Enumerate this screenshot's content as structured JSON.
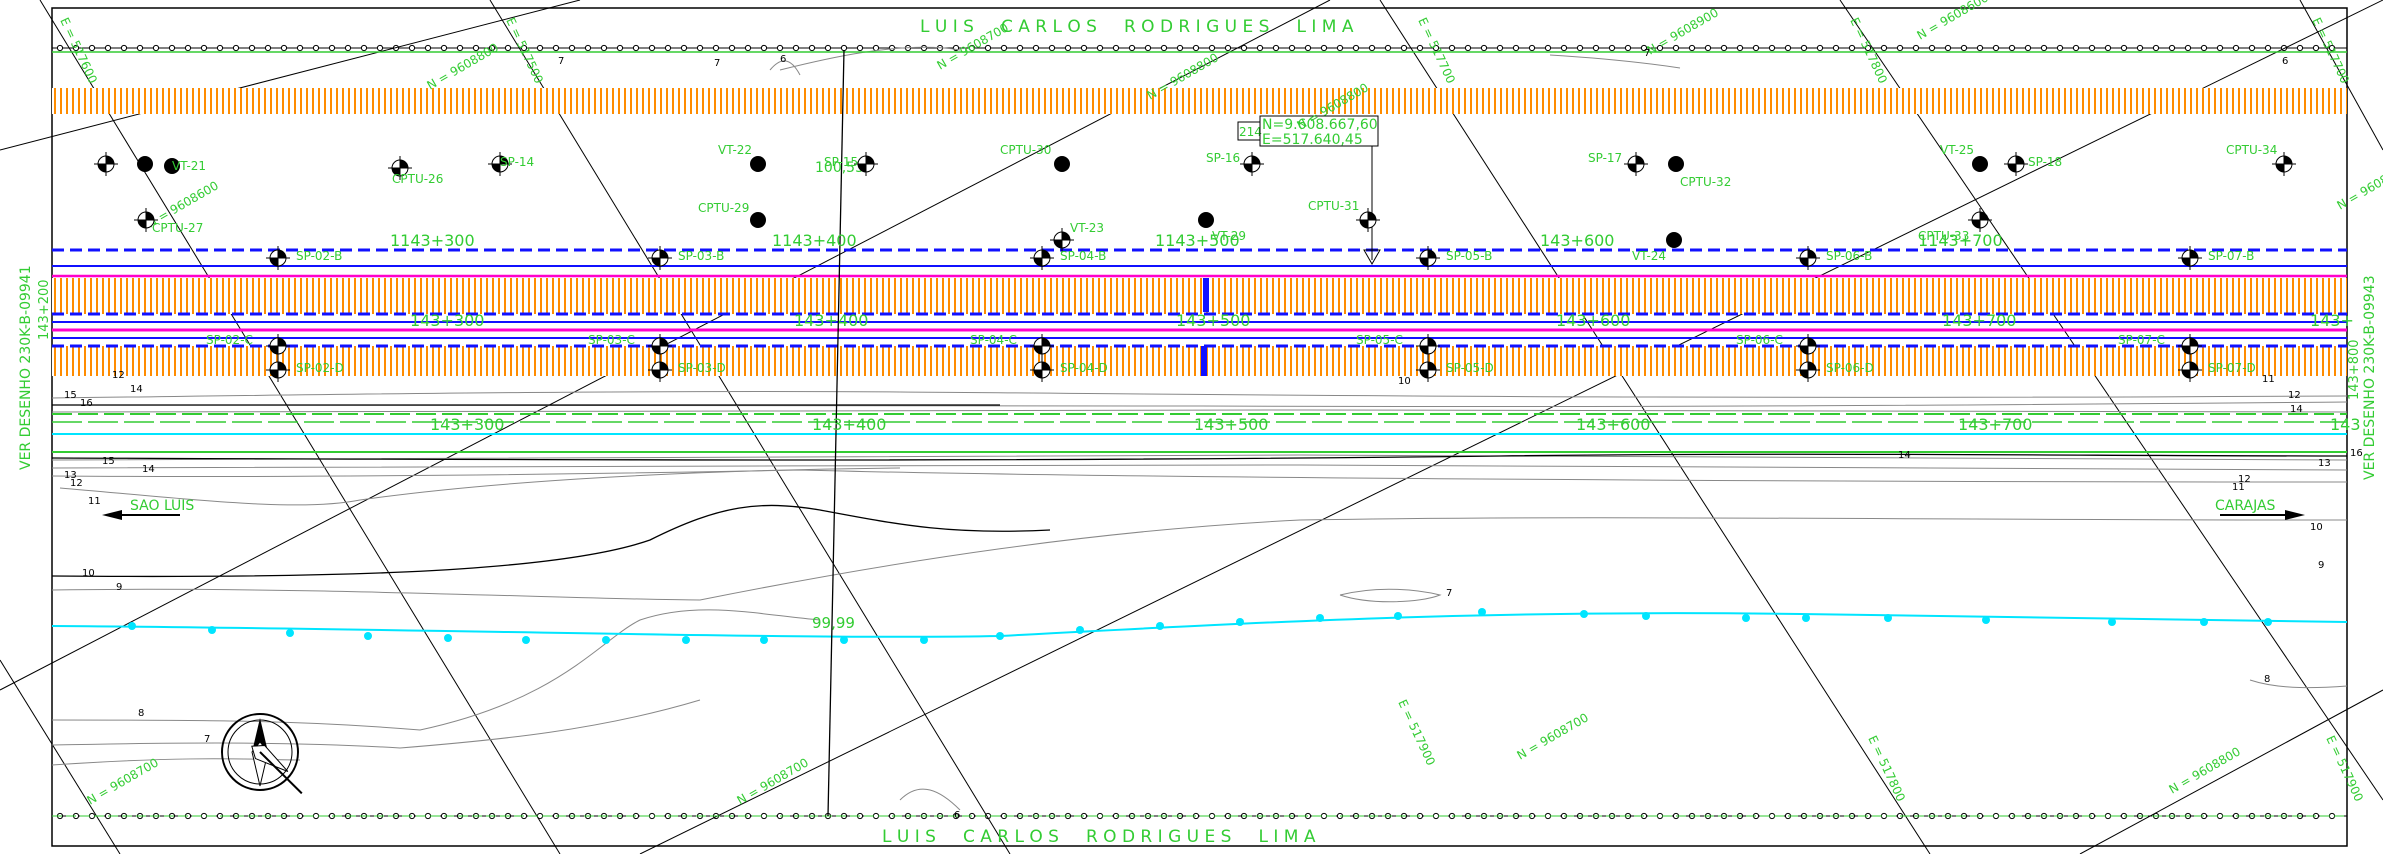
{
  "road_name_top": "L U I S     C A R L O S     R O D R I G U E S     L I M A",
  "road_name_bottom": "L U I S     C A R L O S     R O D R I G U E S     L I M A",
  "left_sheet_ref": "VER DESENHO 230K-B-09941",
  "right_sheet_ref": "VER DESENHO 230K-B-09943",
  "left_station_ref": "143+200",
  "right_station_ref": "143+800",
  "direction_left": "SAO LUIS",
  "direction_right": "CARAJAS",
  "centerline_distance": "99,99",
  "point_marker": "214",
  "point_coord_n": "N=9.608.667,60",
  "point_coord_e": "E=517.640,45",
  "elevation_note": "100,53",
  "stations_upper": [
    "1143+300",
    "1143+400",
    "1143+500",
    "143+600",
    "1143+700"
  ],
  "stations_middle": [
    "143+300",
    "143+400",
    "143+500",
    "143+600",
    "143+700",
    "143+"
  ],
  "stations_lower": [
    "143+300",
    "143+400",
    "143+500",
    "143+600",
    "143+700",
    "143"
  ],
  "grid_e_labels": [
    "E = 517600",
    "E = 517500",
    "E = 517700",
    "E = 517800",
    "E = 517700",
    "E = 517900",
    "E = 517800",
    "E = 517900"
  ],
  "grid_n_labels": [
    "N = 9608800",
    "N = 9608800",
    "N = 9608700",
    "N = 9608700",
    "N = 9608600",
    "N = 9608600",
    "N = 9608800",
    "N = 9608700",
    "N = 9608900",
    "N = 9608700",
    "N = 9608800",
    "N = 9608900"
  ],
  "boreholes_row1": [
    "VT-21",
    "CPTU-26",
    "SP-14",
    "VT-22",
    "SP-15",
    "CPTU-30",
    "SP-16",
    "SP-17",
    "CPTU-32",
    "VT-25",
    "SP-18",
    "CPTU-34"
  ],
  "boreholes_row2": [
    "CPTU-27",
    "CPTU-29",
    "VT-23",
    "VT-29",
    "CPTU-31",
    "VT-24",
    "CPTU-33"
  ],
  "sp_b_labels": [
    "SP-02-B",
    "SP-03-B",
    "SP-04-B",
    "SP-05-B",
    "SP-06-B",
    "SP-07-B"
  ],
  "sp_c_labels": [
    "SP-02-C",
    "SP-03-C",
    "SP-04-C",
    "SP-05-C",
    "SP-06-C",
    "SP-07-C"
  ],
  "sp_d_labels": [
    "SP-02-D",
    "SP-03-D",
    "SP-04-D",
    "SP-05-D",
    "SP-06-D",
    "SP-07-D"
  ],
  "contour_labels": [
    "12",
    "14",
    "15",
    "16",
    "15",
    "14",
    "13",
    "12",
    "11",
    "10",
    "9",
    "8",
    "7",
    "6",
    "7",
    "7",
    "6",
    "7",
    "10",
    "11",
    "12",
    "14",
    "16",
    "13",
    "12",
    "11",
    "10",
    "9",
    "8",
    "7",
    "6",
    "14"
  ],
  "colors": {
    "drawing_green": "#33cc33",
    "embankment_orange": "#ff8c00",
    "rail_blue": "#1010ff",
    "magenta": "#ff00cc",
    "cyan": "#00e5ff",
    "contour_gray": "#888888",
    "line_black": "#000000",
    "bg": "#ffffff"
  }
}
